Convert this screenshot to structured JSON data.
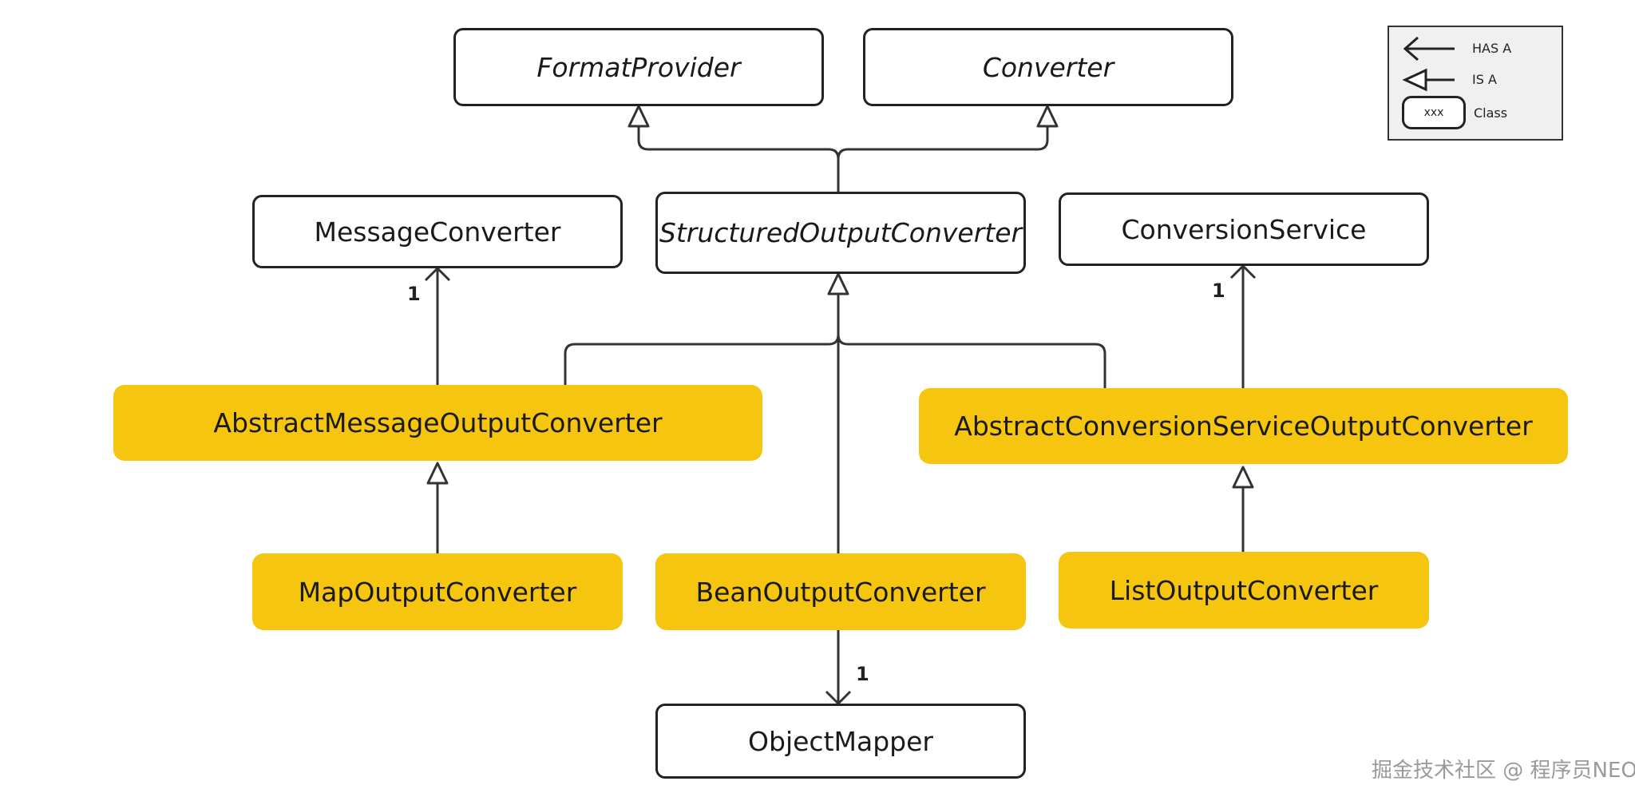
{
  "nodes": {
    "format_provider": "FormatProvider",
    "converter": "Converter",
    "message_converter": "MessageConverter",
    "structured_output_converter": "StructuredOutputConverter",
    "conversion_service": "ConversionService",
    "abstract_message_output_converter": "AbstractMessageOutputConverter",
    "abstract_conversion_service_output_converter": "AbstractConversionServiceOutputConverter",
    "map_output_converter": "MapOutputConverter",
    "bean_output_converter": "BeanOutputConverter",
    "list_output_converter": "ListOutputConverter",
    "object_mapper": "ObjectMapper"
  },
  "multiplicity": {
    "message_converter": "1",
    "conversion_service": "1",
    "object_mapper": "1"
  },
  "legend": {
    "has_a": "HAS A",
    "is_a": "IS A",
    "class_sample": "xxx",
    "class_label": "Class"
  },
  "watermark": "掘金技术社区 @ 程序员NEO",
  "colors": {
    "implementation_fill": "#f6c510",
    "line": "#333333",
    "legend_background": "#f0f0f0"
  }
}
